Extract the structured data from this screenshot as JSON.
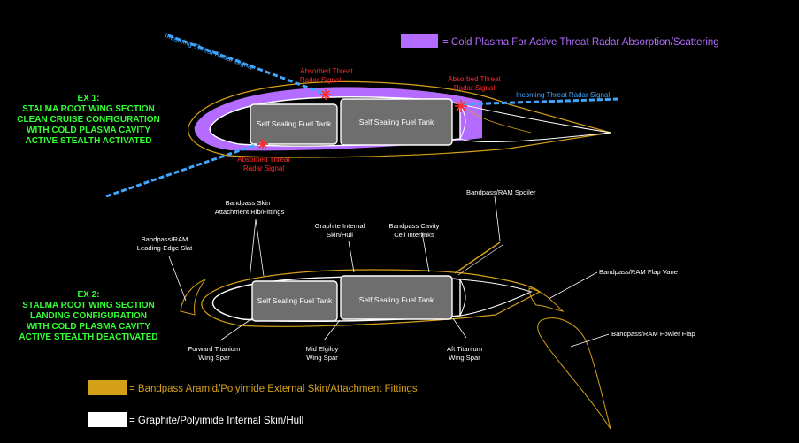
{
  "colors": {
    "background": "#000000",
    "plasma": "#b36cff",
    "aramid_skin": "#d4a017",
    "graphite_hull": "#ffffff",
    "threat_signal": "#3ea6ff",
    "absorbed": "#ff2a2a",
    "example_text": "#33ff33",
    "fuel_tank": "#6e6e6e"
  },
  "legend": {
    "plasma_label": "=  Cold Plasma For Active Threat Radar Absorption/Scattering",
    "aramid_label": "= Bandpass Aramid/Polyimide External Skin/Attachment Fittings",
    "graphite_label": "=   Graphite/Polyimide Internal Skin/Hull"
  },
  "ex1": {
    "lines": [
      "EX 1:",
      "STALMA ROOT WING SECTION",
      "CLEAN CRUISE CONFIGURATION",
      "WITH COLD PLASMA CAVITY",
      "ACTIVE STEALTH ACTIVATED"
    ],
    "incoming_left": "Incoming Threat Radar Signal",
    "incoming_right": "Incoming Threat Radar Signal",
    "absorbed_1": [
      "Absorbed Threat",
      "Radar Signal"
    ],
    "absorbed_2": [
      "Absorbed Threat",
      "Radar Signal"
    ],
    "absorbed_3": [
      "Absorbed Threat",
      "Radar Signal"
    ],
    "tank_1": "Self Sealing Fuel Tank",
    "tank_2": "Self Sealing Fuel Tank"
  },
  "ex2": {
    "lines": [
      "EX 2:",
      "STALMA ROOT WING SECTION",
      "LANDING CONFIGURATION",
      "WITH COLD PLASMA CAVITY",
      "ACTIVE STEALTH DEACTIVATED"
    ],
    "tank_1": "Self Sealing Fuel Tank",
    "tank_2": "Self Sealing Fuel Tank",
    "labels": {
      "slat": [
        "Bandpass/RAM",
        "Leading-Edge Slat"
      ],
      "rib": [
        "Bandpass Skin",
        "Attachment Rib/Fittings"
      ],
      "graphite": [
        "Graphite Internal",
        "Skin/Hull"
      ],
      "cavity": [
        "Bandpass Cavity",
        "Cell Interlinks"
      ],
      "spoiler": [
        "Bandpass/RAM Spoiler"
      ],
      "flap_vane": [
        "Bandpass/RAM Flap Vane"
      ],
      "fowler": [
        "Bandpass/RAM Fowler Flap"
      ],
      "fwd_spar": [
        "Forward Titanium",
        "Wing Spar"
      ],
      "mid_spar": [
        "Mid Elgiloy",
        "Wing Spar"
      ],
      "aft_spar": [
        "Aft Titanium",
        "Wing Spar"
      ]
    }
  }
}
